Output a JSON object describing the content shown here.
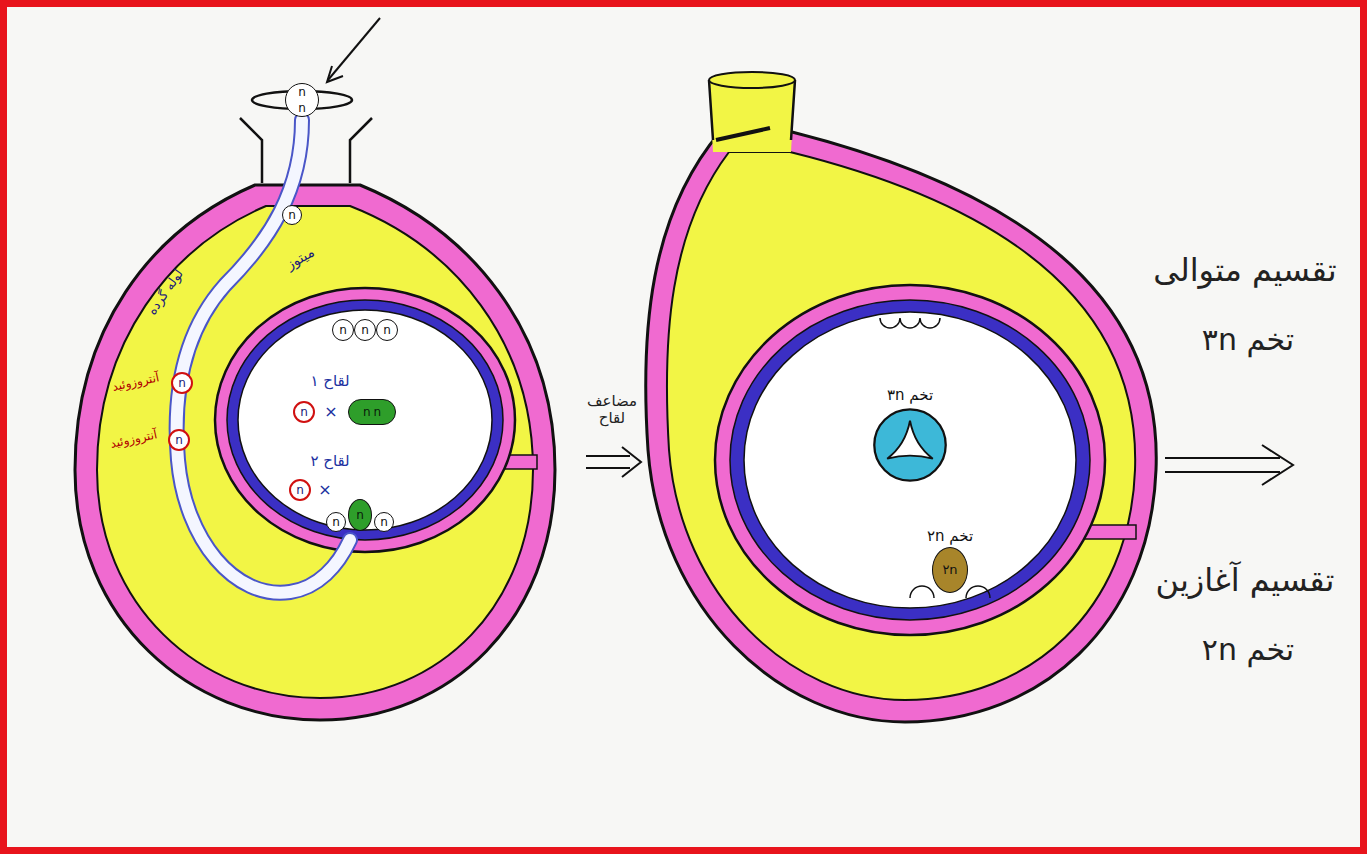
{
  "diagram": {
    "nodes": [
      {
        "text": [
          "n",
          "n"
        ]
      },
      {
        "text": [
          "n"
        ]
      },
      {
        "text": [
          "n"
        ]
      },
      {
        "text": [
          "n"
        ]
      },
      {
        "text": [
          "n"
        ]
      },
      {
        "text": [
          "n"
        ]
      },
      {
        "text": [
          "n"
        ]
      },
      {
        "text": [
          "n"
        ]
      },
      {
        "text": [
          "n",
          "n"
        ]
      },
      {
        "text": [
          "n"
        ]
      },
      {
        "text": [
          "n"
        ]
      },
      {
        "text": [
          "n"
        ]
      },
      {
        "text": [
          "n"
        ]
      },
      {
        "text": [
          "تخم ۳n"
        ]
      },
      {
        "text": [
          "تخم ۲n",
          "۲n"
        ]
      }
    ],
    "labels": [
      "میتوز",
      "لوله گرده",
      "آنتروزوئید",
      "آنتروزوئید",
      "لقاح ۱",
      "×",
      "لقاح ۲",
      "×",
      "مضاعف لقاح",
      "تقسیم متوالی",
      "تخم ۳n",
      "تقسیم آغازین",
      "تخم ۲n"
    ]
  }
}
